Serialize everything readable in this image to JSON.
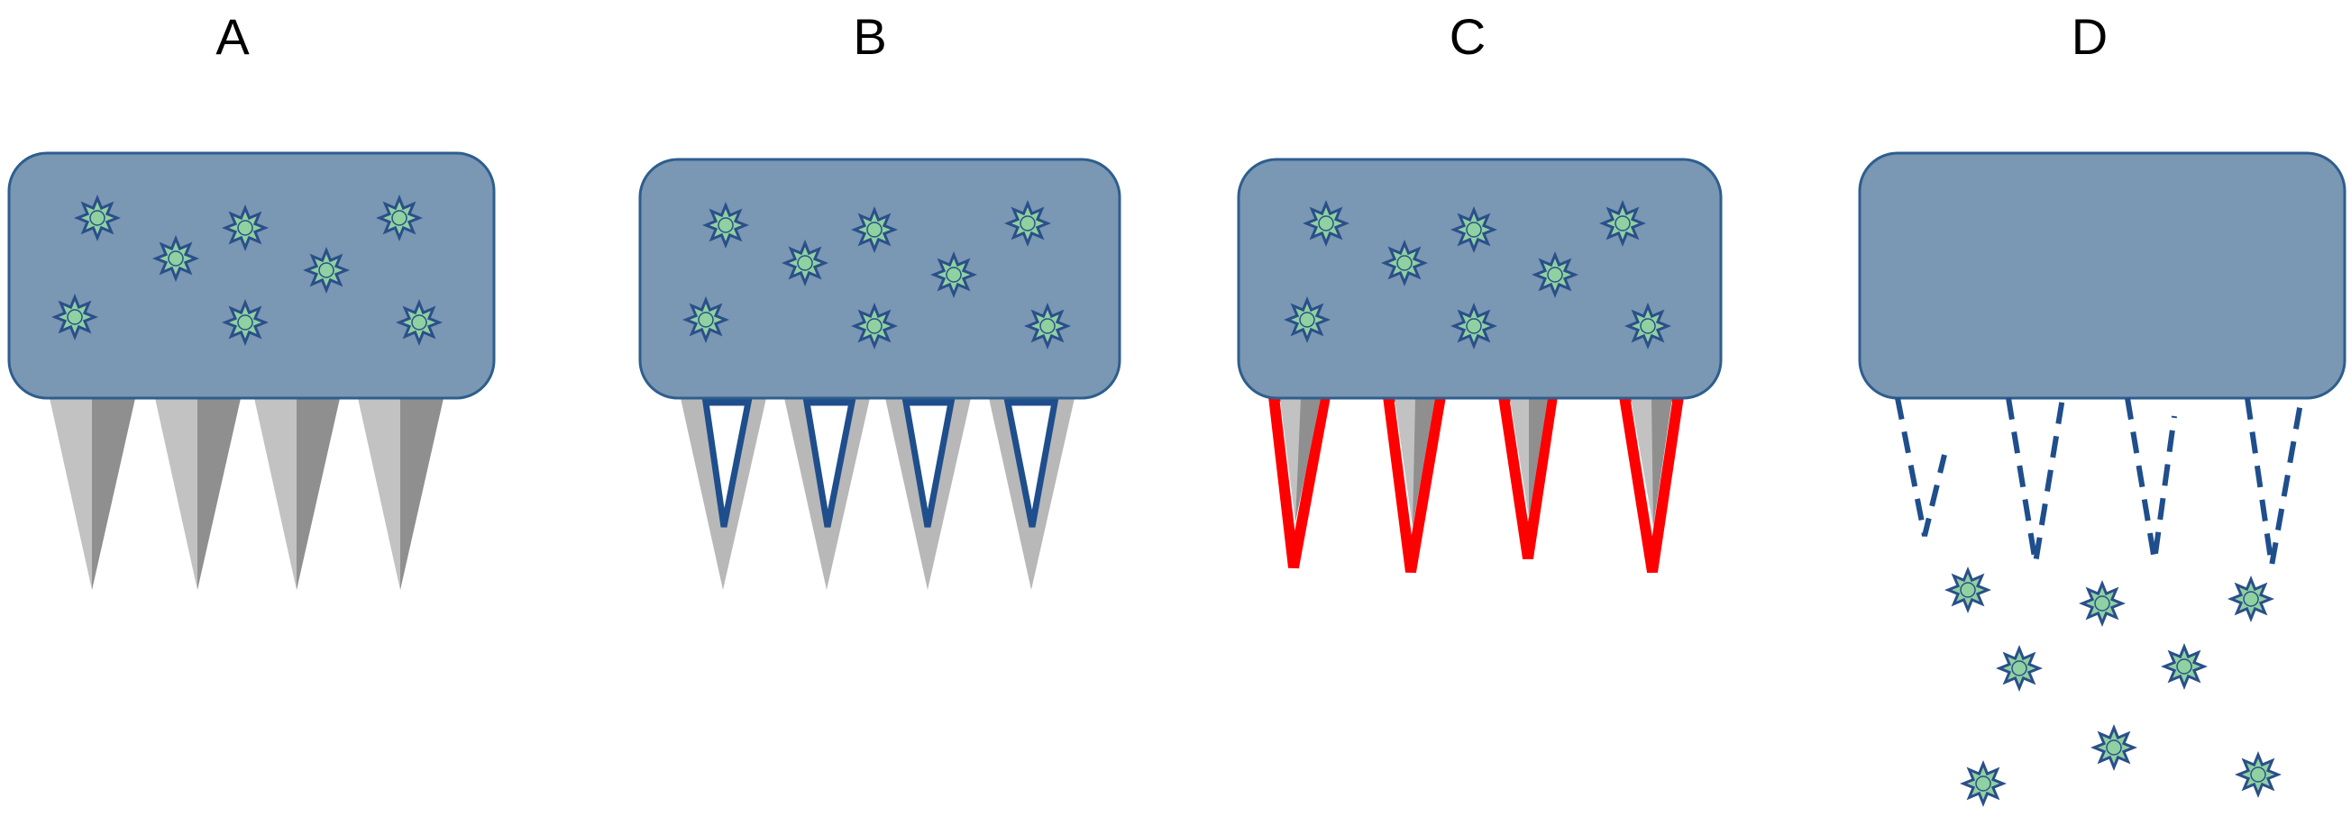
{
  "panels": [
    {
      "label": "A",
      "needle_style": "solid"
    },
    {
      "label": "B",
      "needle_style": "hollow"
    },
    {
      "label": "C",
      "needle_style": "coated"
    },
    {
      "label": "D",
      "needle_style": "dissolving"
    }
  ],
  "colors": {
    "patch_fill": "#7a97b3",
    "patch_border": "#2e5e8e",
    "needle_light": "#c2c2c2",
    "needle_dark": "#8f8f8f",
    "hollow_outline": "#1f4e8c",
    "coating": "#ff0000",
    "drug_fill": "#8fd1a0",
    "drug_outline": "#2a4f8a",
    "dashed": "#1f4e8c"
  },
  "icons": {
    "drug": "drug-particle-icon",
    "needle": "microneedle-icon"
  }
}
